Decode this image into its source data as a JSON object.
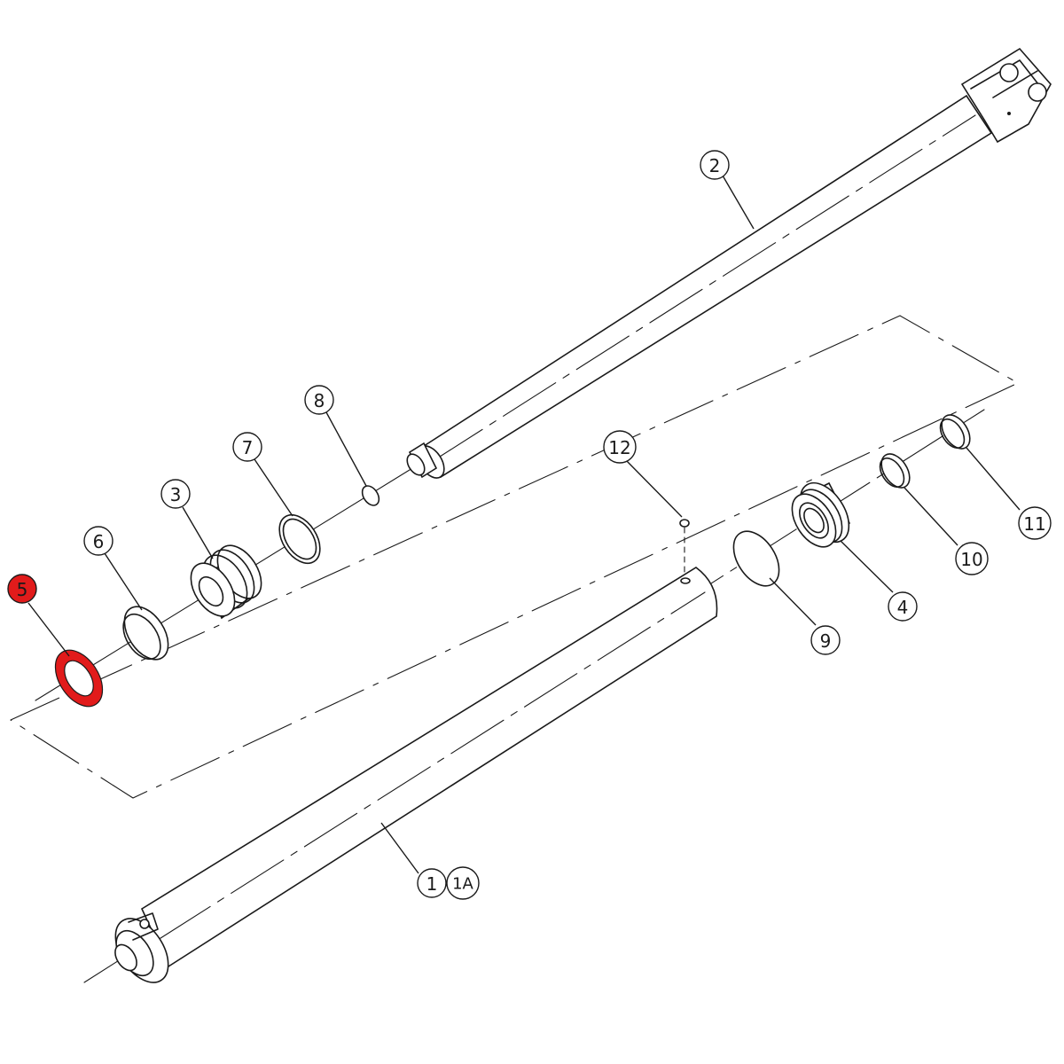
{
  "colors": {
    "line": "#1a1a1a",
    "highlight": "#e11b1b",
    "background": "#ffffff"
  },
  "callouts": [
    {
      "id": "c2",
      "label": "2"
    },
    {
      "id": "c8",
      "label": "8"
    },
    {
      "id": "c7",
      "label": "7"
    },
    {
      "id": "c3",
      "label": "3"
    },
    {
      "id": "c6",
      "label": "6"
    },
    {
      "id": "c5",
      "label": "5",
      "highlighted": true
    },
    {
      "id": "c12",
      "label": "12"
    },
    {
      "id": "c11",
      "label": "11"
    },
    {
      "id": "c10",
      "label": "10"
    },
    {
      "id": "c4",
      "label": "4"
    },
    {
      "id": "c9",
      "label": "9"
    },
    {
      "id": "c1",
      "label": "1"
    },
    {
      "id": "c1A",
      "label": "1A"
    }
  ]
}
